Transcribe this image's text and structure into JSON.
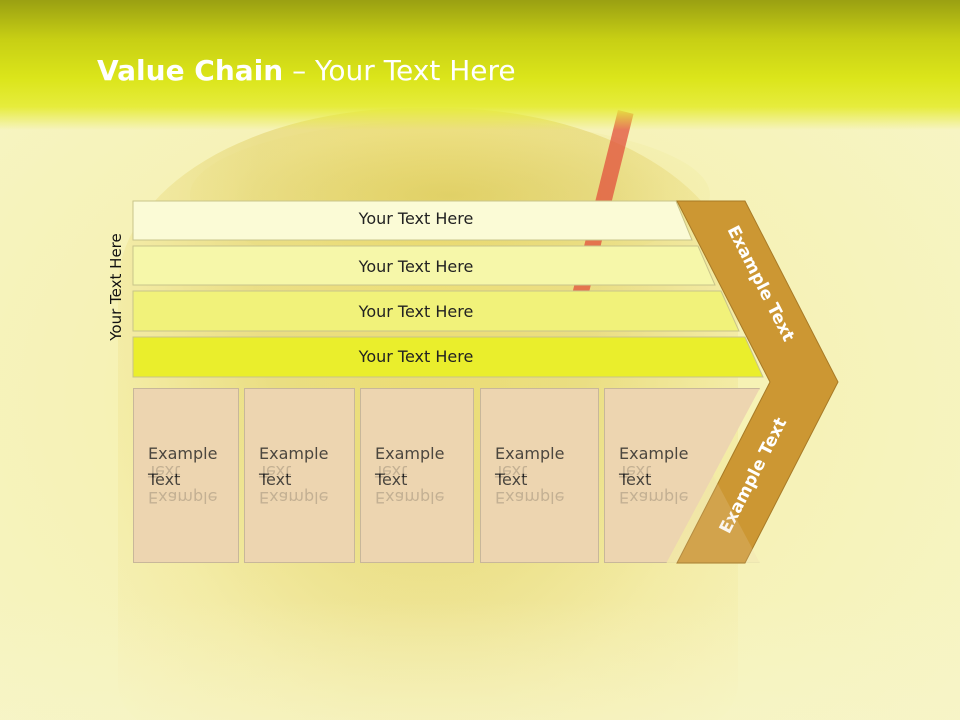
{
  "title": {
    "bold": "Value Chain",
    "rest": " – Your Text Here"
  },
  "vertical_label": "Your Text Here",
  "rows": [
    {
      "label": "Your Text Here",
      "fill": "#fbfbd6"
    },
    {
      "label": "Your Text Here",
      "fill": "#f6f7a9"
    },
    {
      "label": "Your Text Here",
      "fill": "#f1f27a"
    },
    {
      "label": "Your Text Here",
      "fill": "#eaee2c"
    }
  ],
  "boxes": [
    {
      "line1": "Example",
      "line2": "Text"
    },
    {
      "line1": "Example",
      "line2": "Text"
    },
    {
      "line1": "Example",
      "line2": "Text"
    },
    {
      "line1": "Example",
      "line2": "Text"
    },
    {
      "line1": "Example",
      "line2": "Text"
    }
  ],
  "arrow": {
    "upper_label": "Example Text",
    "lower_label": "Example Text",
    "color": "#cc9733"
  },
  "colors": {
    "header": "#dbe51a",
    "box_fill": "#edd5b0"
  }
}
